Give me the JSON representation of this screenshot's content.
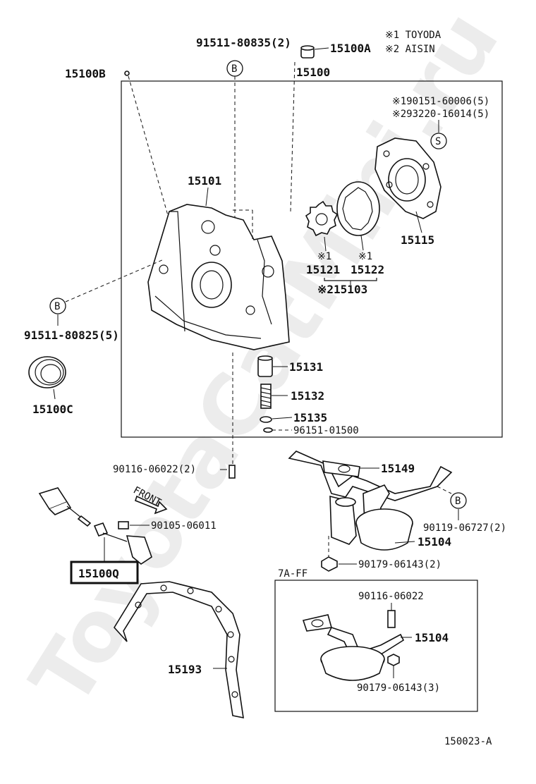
{
  "watermark": "ToyotaCatMini.ru",
  "notes": {
    "note1": "※1 TOYODA",
    "note2": "※2 AISIN",
    "variant_box": "7A-FF",
    "front": "FRONT",
    "diagram_code": "150023-A"
  },
  "callouts": {
    "b_top": "B",
    "b_left": "B",
    "b_right": "B",
    "s": "S"
  },
  "parts": {
    "p_91511_80835": "91511-80835(2)",
    "p_15100A": "15100A",
    "p_15100": "15100",
    "p_15100B": "15100B",
    "p_90151": "※190151-60006(5)",
    "p_93220": "※293220-16014(5)",
    "p_15101": "15101",
    "p_15115": "15115",
    "p_15121_mark": "※1",
    "p_15122_mark": "※1",
    "p_15121": "15121",
    "p_15122": "15122",
    "p_15103": "※215103",
    "p_91511_80825": "91511-80825(5)",
    "p_15100C": "15100C",
    "p_15131": "15131",
    "p_15132": "15132",
    "p_15135": "15135",
    "p_96151": "96151-01500",
    "p_90116_top": "90116-06022(2)",
    "p_15149": "15149",
    "p_90105": "90105-06011",
    "p_90119": "90119-06727(2)",
    "p_15104_main": "15104",
    "p_15100Q": "15100Q",
    "p_90179_2": "90179-06143(2)",
    "p_90116_box": "90116-06022",
    "p_15104_box": "15104",
    "p_90179_3": "90179-06143(3)",
    "p_15193": "15193"
  }
}
